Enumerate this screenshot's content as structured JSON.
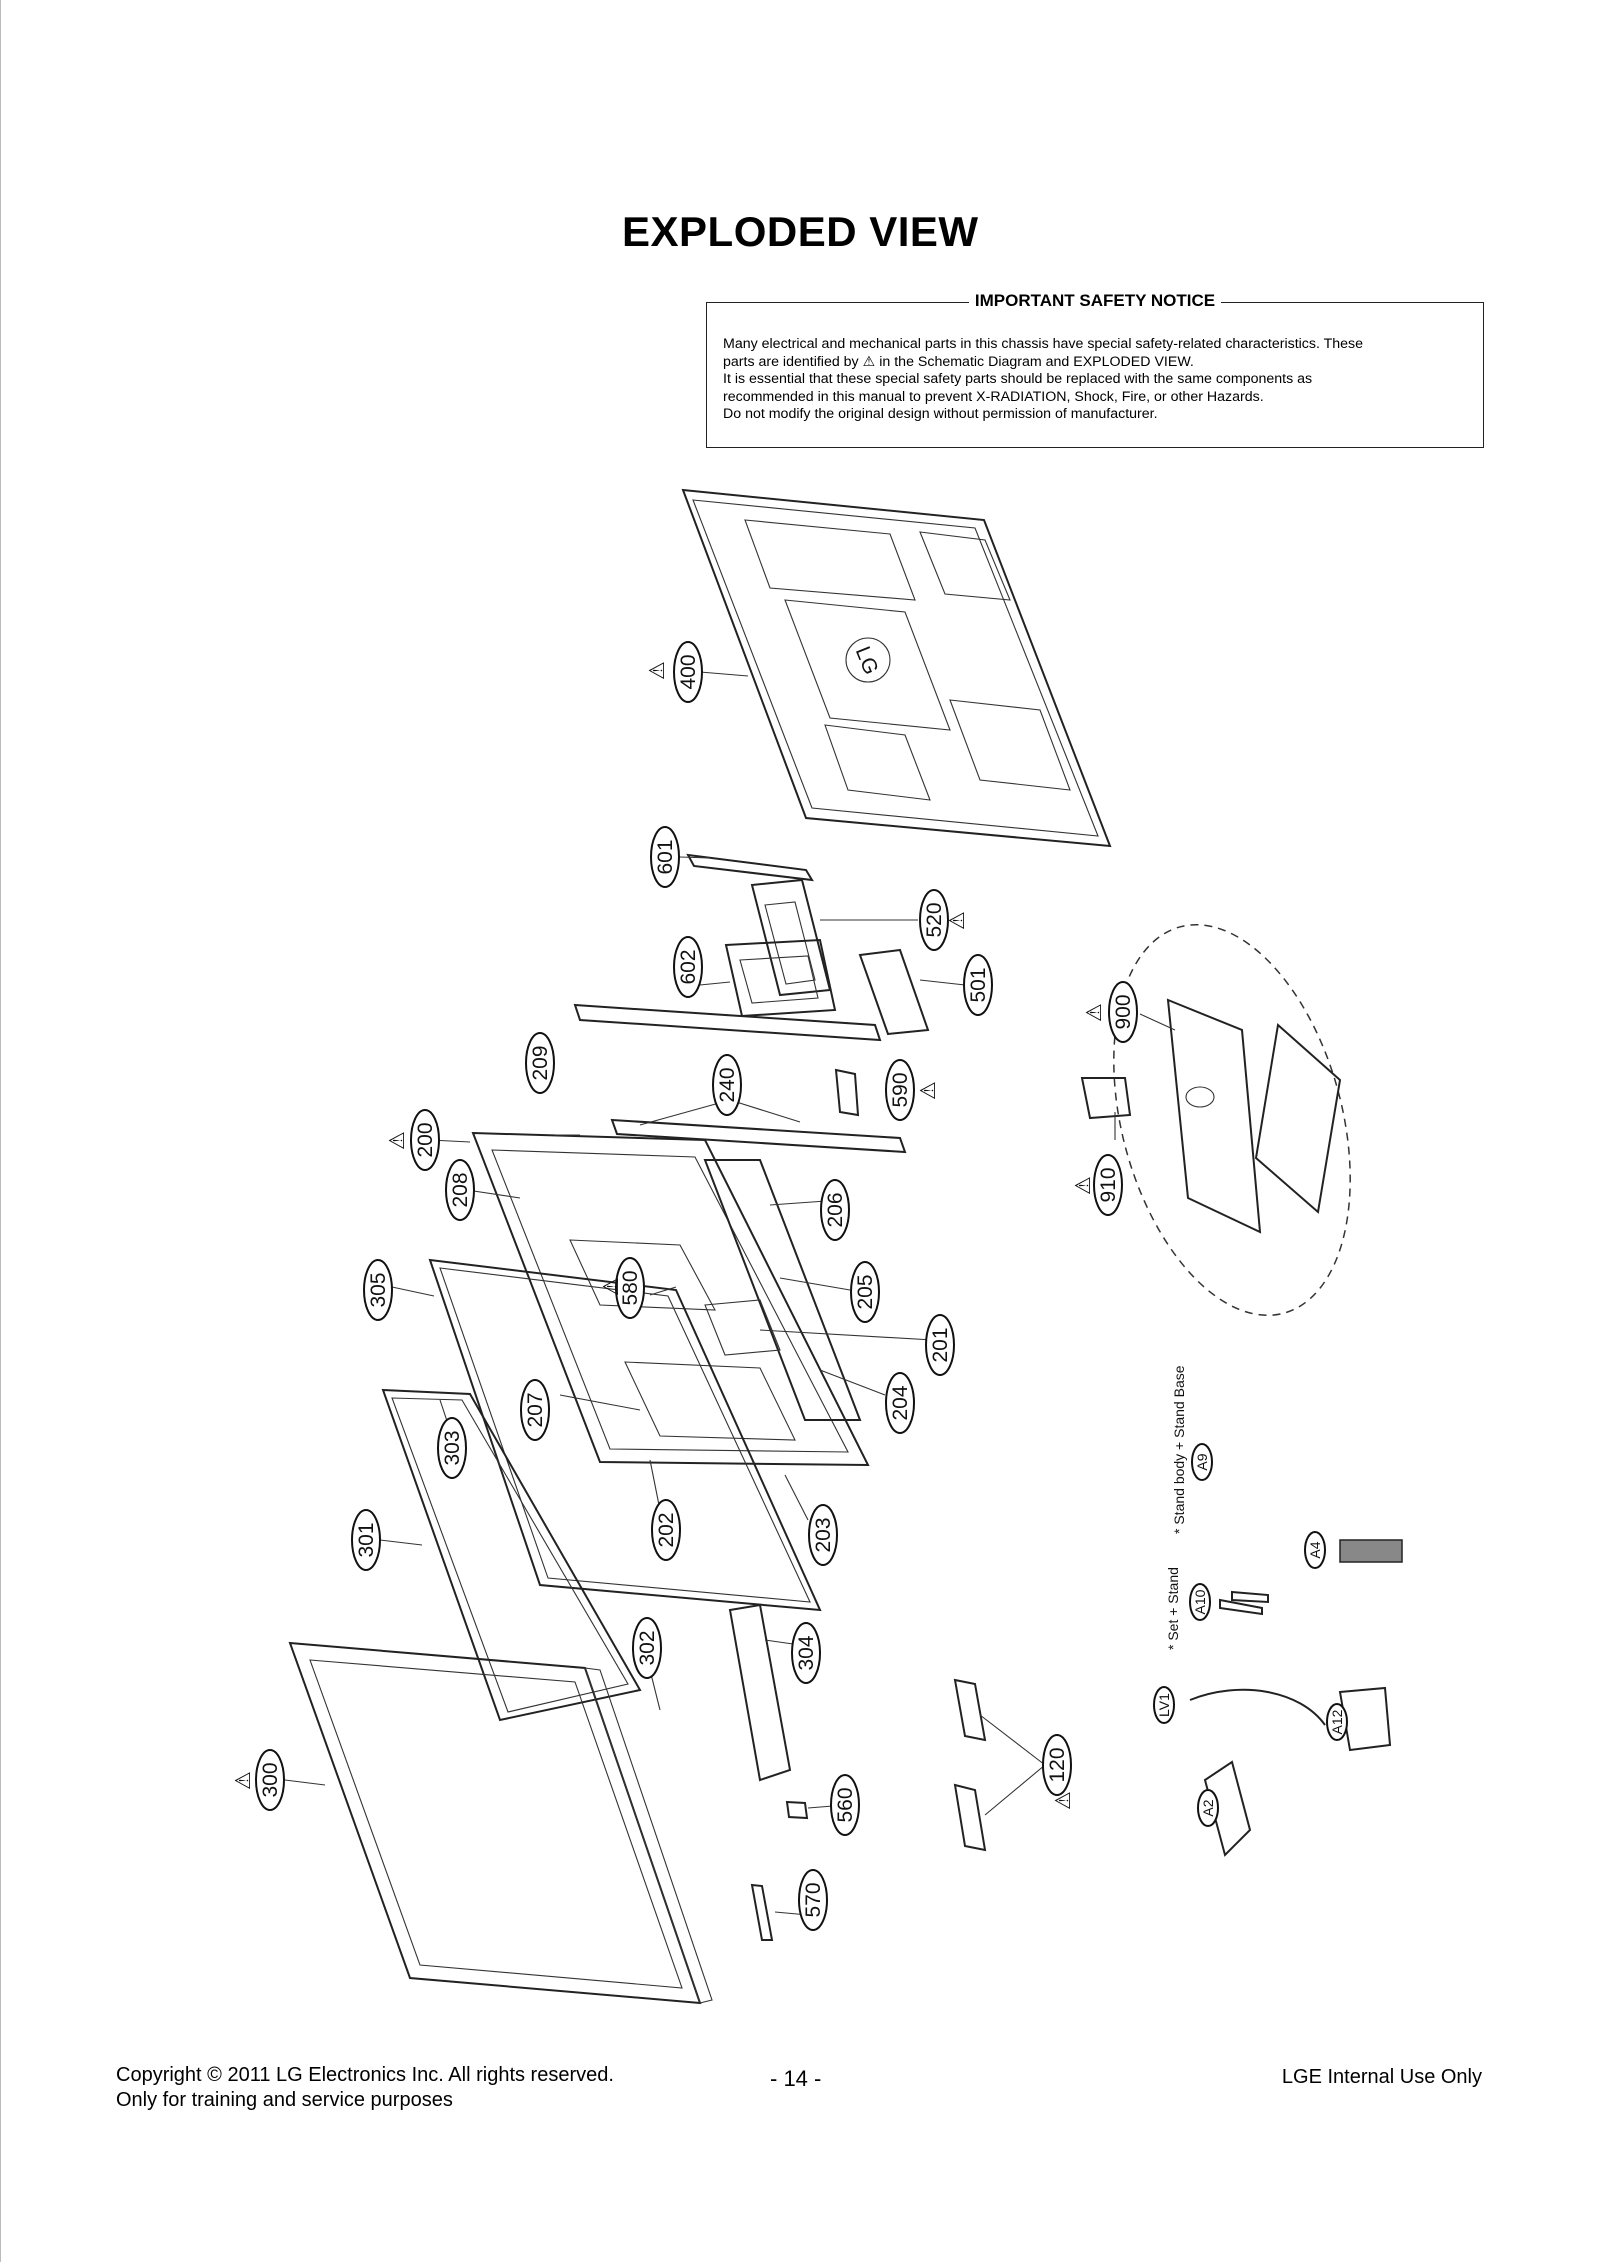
{
  "title": "EXPLODED VIEW",
  "notice": {
    "heading": "IMPORTANT SAFETY NOTICE",
    "line1": "Many electrical and mechanical parts in this chassis have special safety-related characteristics. These",
    "line2": "parts are identified by  ⚠  in the Schematic Diagram and EXPLODED VIEW.",
    "line3": "It is essential that these special safety parts should be replaced with the same components as",
    "line4": "recommended in this manual to prevent X-RADIATION, Shock, Fire, or other Hazards.",
    "line5": "Do not modify the original design without permission of manufacturer."
  },
  "warning_symbol": "⚠",
  "brand_logo": "LG",
  "callouts": {
    "c400": "400",
    "c601": "601",
    "c520": "520",
    "c602": "602",
    "c501": "501",
    "c209": "209",
    "c240": "240",
    "c590": "590",
    "c900": "900",
    "c910": "910",
    "c200": "200",
    "c208": "208",
    "c206": "206",
    "c580": "580",
    "c305": "305",
    "c205": "205",
    "c201": "201",
    "c303": "303",
    "c207": "207",
    "c204": "204",
    "c301": "301",
    "c202": "202",
    "c203": "203",
    "c302": "302",
    "c304": "304",
    "c300": "300",
    "c120": "120",
    "c560": "560",
    "c570": "570",
    "cA9": "A9",
    "cA4": "A4",
    "cA10": "A10",
    "cLV1": "LV1",
    "cA12": "A12",
    "cA2": "A2"
  },
  "side_notes": {
    "stand_body": "* Stand body + Stand Base",
    "set_stand": "* Set + Stand"
  },
  "footer": {
    "copyright": "Copyright © 2011 LG Electronics Inc. All rights reserved.",
    "purpose": "Only for training and service purposes",
    "page": "- 14 -",
    "internal": "LGE Internal Use Only"
  }
}
